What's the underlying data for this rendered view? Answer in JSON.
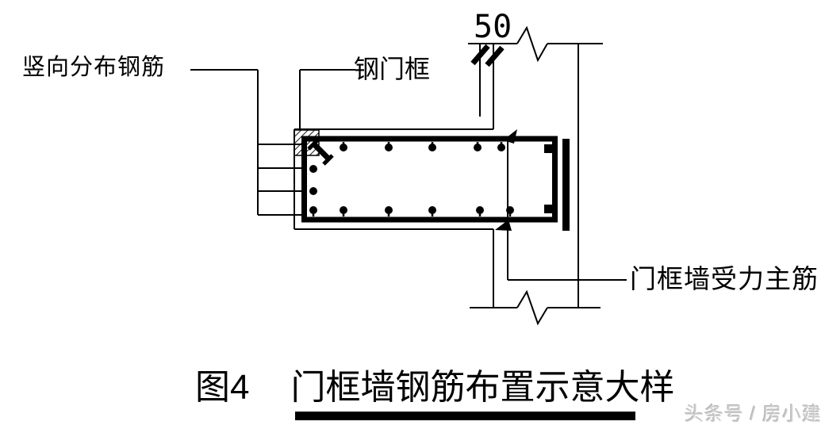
{
  "page": {
    "background": "#ffffff",
    "line_color": "#000000"
  },
  "labels": {
    "vertical_distribution_rebar": "竖向分布钢筋",
    "steel_door_frame": "钢门框",
    "main_load_rebar": "门框墙受力主筋"
  },
  "dimension": {
    "gap_50": "50"
  },
  "caption": {
    "figure_no": "图4",
    "title": "门框墙钢筋布置示意大样"
  },
  "watermark": {
    "text": "头条号 / 房小建",
    "color": "#cccccc"
  }
}
